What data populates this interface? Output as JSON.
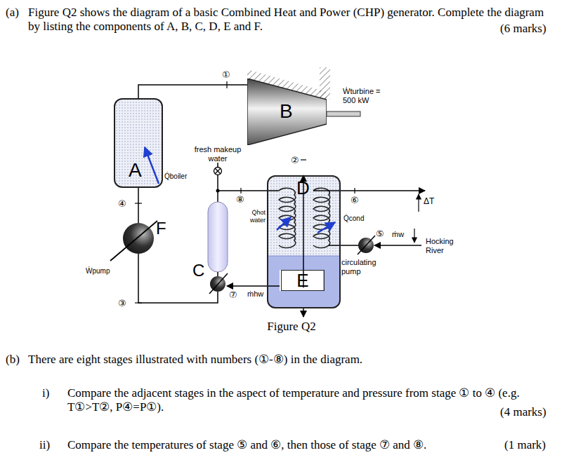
{
  "diagram": {
    "caption": "Figure Q2",
    "nodes": [
      {
        "text": [
          "A"
        ]
      },
      {
        "text": [
          "B"
        ]
      },
      {
        "text": [
          "D"
        ]
      },
      {
        "text": [
          "E"
        ],
        "in": 2
      }
    ],
    "edges": [
      {
        "from": 0,
        "to": 1,
        "arrow": "none"
      },
      {
        "from": 1,
        "to": 2,
        "arrow": "to"
      }
    ],
    "labels": [
      "(a)",
      "Figure Q2 shows the diagram of a basic Combined Heat and Power (CHP) generator. Complete the diagram by listing the components of A, B, C, D, E and F.",
      "(6 marks)",
      "①",
      "Ẇturbine = 500 kW",
      "fresh makeup water",
      "Q̇boiler",
      "⑧",
      "②",
      "⑥",
      "Q̇hot water",
      "Q̇cond",
      "ΔT",
      "⑤",
      "ṁw",
      "Hocking River",
      "④",
      "F",
      "C",
      "circulating pump",
      "Ẇpump",
      "⑦",
      "ṁhw",
      "③",
      "(b)",
      "There are eight stages illustrated with numbers (①-⑧) in the diagram.",
      "i)",
      "Compare the adjacent stages in the aspect of temperature and pressure from stage ① to ④ (e.g. T①>T②, P④=P①).",
      "(4 marks)",
      "ii)",
      "Compare the temperatures of stage ⑤ and ⑥, then those of stage ⑦ and ⑧.",
      "(1 mark)"
    ]
  }
}
